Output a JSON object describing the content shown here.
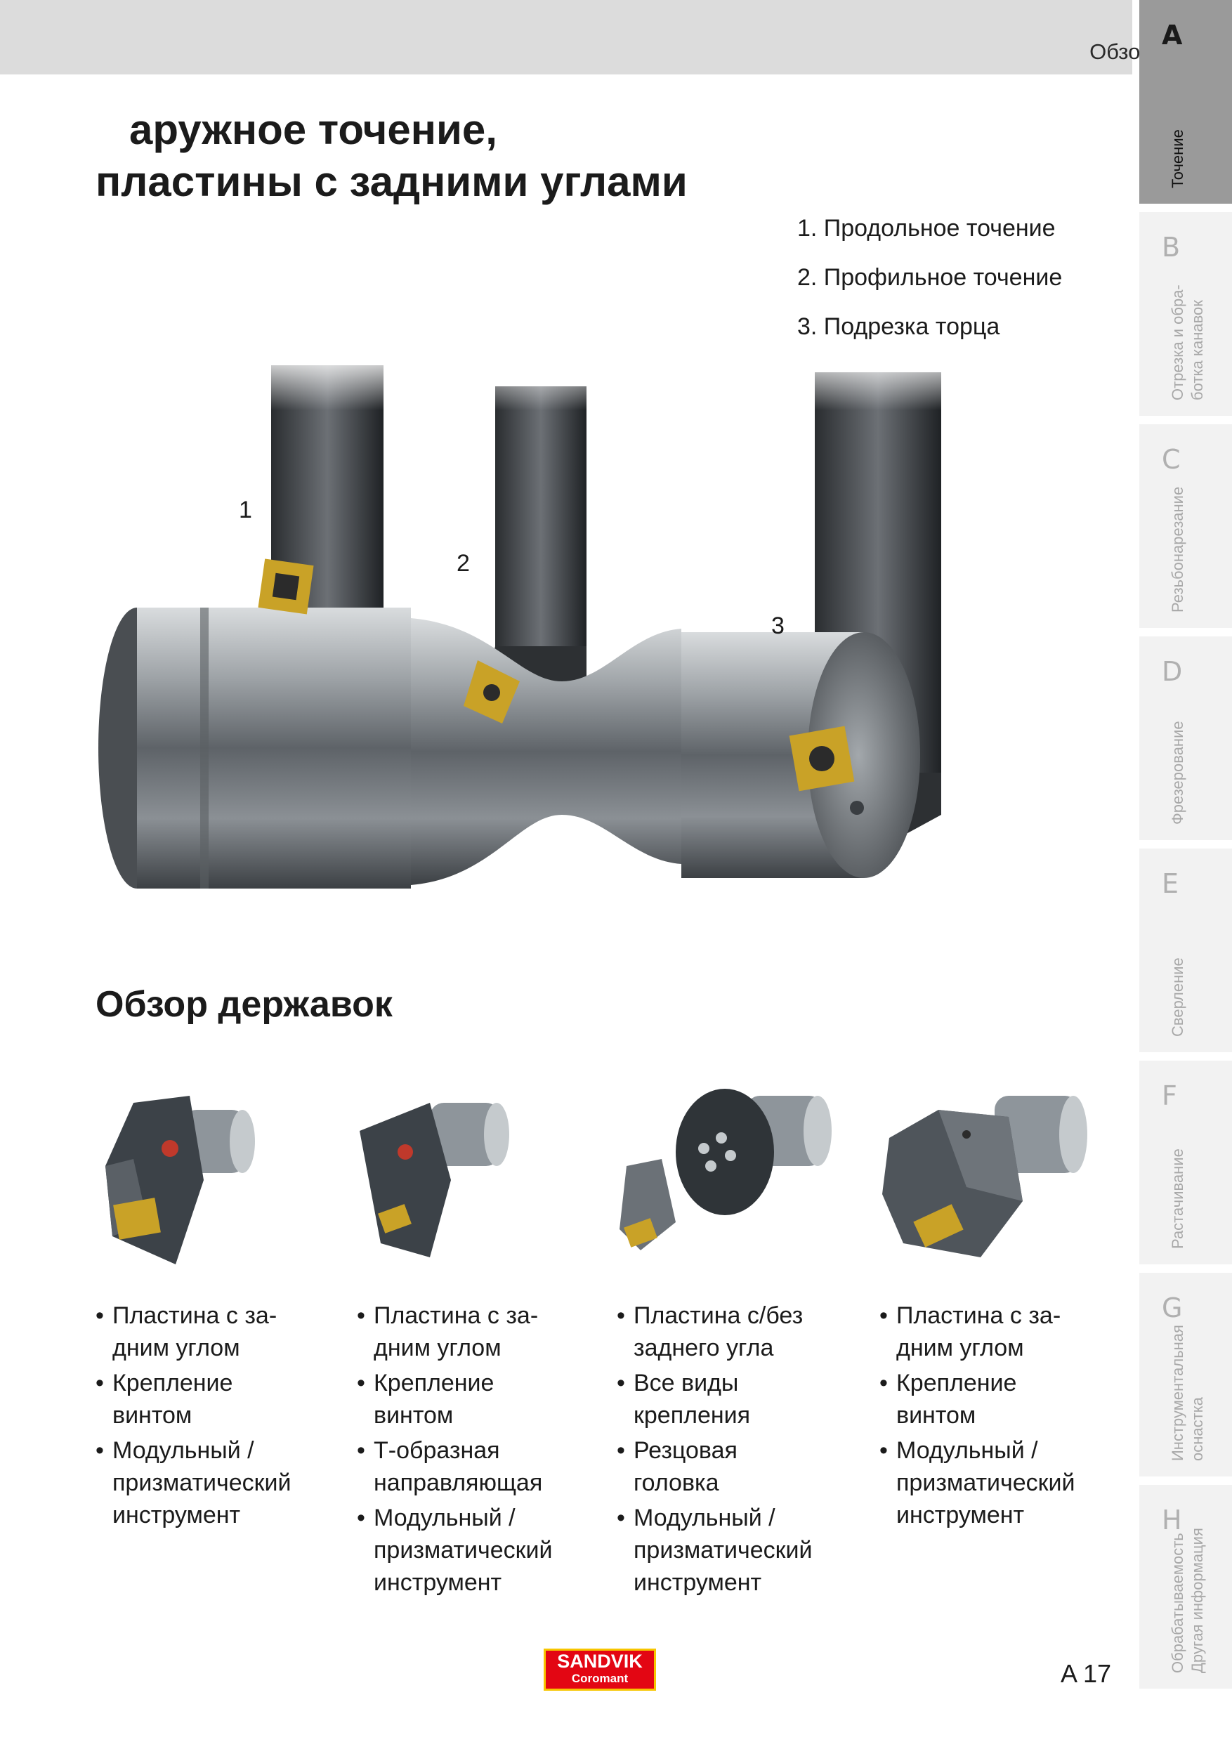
{
  "header": {
    "section": "Обзор систем"
  },
  "side_tabs": [
    {
      "letter": "A",
      "label_lines": [
        "Точение"
      ],
      "active": true
    },
    {
      "letter": "B",
      "label_lines": [
        "Отрезка и обра-",
        "ботка канавок"
      ],
      "active": false
    },
    {
      "letter": "C",
      "label_lines": [
        "Резьбонарезание"
      ],
      "active": false
    },
    {
      "letter": "D",
      "label_lines": [
        "Фрезерование"
      ],
      "active": false
    },
    {
      "letter": "E",
      "label_lines": [
        "Сверление"
      ],
      "active": false
    },
    {
      "letter": "F",
      "label_lines": [
        "Растачивание"
      ],
      "active": false
    },
    {
      "letter": "G",
      "label_lines": [
        "Инструментальная",
        "оснастка"
      ],
      "active": false
    },
    {
      "letter": "H",
      "label_lines": [
        "Обрабатываемость",
        "Другая информация"
      ],
      "active": false
    }
  ],
  "title": {
    "line1": "аружное точение,",
    "line2": "пластины с задними углами"
  },
  "operations": [
    "1. Продольное точение",
    "2. Профильное точение",
    "3. Подрезка торца"
  ],
  "hero_labels": [
    "1",
    "2",
    "3"
  ],
  "holders_title": "Обзор державок",
  "holders": [
    {
      "features": [
        "Пластина с за-\nдним углом",
        "Крепление\nвинтом",
        "Модульный /\nпризматический\nинструмент"
      ]
    },
    {
      "features": [
        "Пластина с за-\nдним углом",
        "Крепление\nвинтом",
        "Т-образная\nнаправляющая",
        "Модульный /\nпризматический\nинструмент"
      ]
    },
    {
      "features": [
        "Пластина с/без\nзаднего угла",
        "Все виды\nкрепления",
        "Резцовая\nголовка",
        "Модульный /\nпризматический\nинструмент"
      ]
    },
    {
      "features": [
        "Пластина с за-\nдним углом",
        "Крепление\nвинтом",
        "Модульный /\nпризматический\nинструмент"
      ]
    }
  ],
  "logo": {
    "brand": "SANDVIK",
    "sub": "Coromant",
    "bg_color": "#e30613",
    "border_color": "#f7c600"
  },
  "page_number": "A 17"
}
